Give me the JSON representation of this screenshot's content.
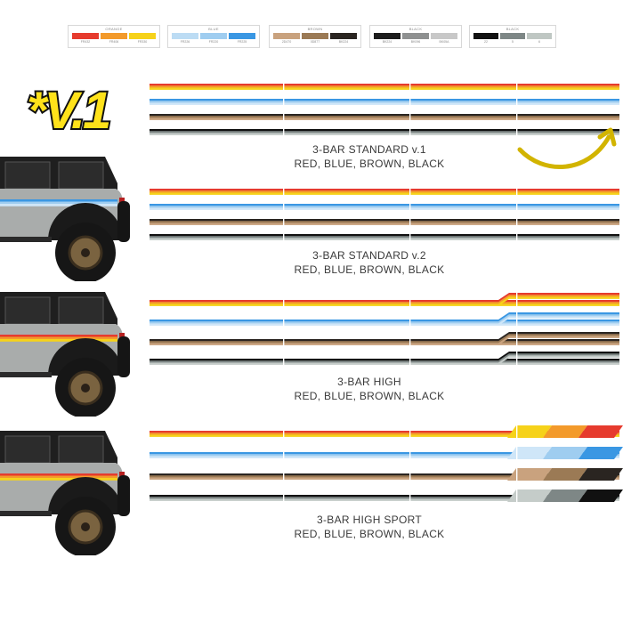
{
  "badge": {
    "text": "*V.1"
  },
  "legend": [
    {
      "title": "ORANGE",
      "chips": [
        "#e63b2e",
        "#f39a2b",
        "#f6d21a"
      ],
      "codes": [
        "FR432",
        "FR406",
        "FR330"
      ]
    },
    {
      "title": "BLUE",
      "chips": [
        "#bcdcf4",
        "#9fcdf0",
        "#3a97e3"
      ],
      "codes": [
        "FR226",
        "FR220",
        "FR225"
      ]
    },
    {
      "title": "BROWN",
      "chips": [
        "#c9a27e",
        "#9b7a55",
        "#2a2521"
      ],
      "codes": [
        "2D470",
        "0D877",
        "BK224"
      ]
    },
    {
      "title": "BLACK",
      "chips": [
        "#1d1d1d",
        "#8f9191",
        "#c8c8c8"
      ],
      "codes": [
        "BK224",
        "BK096",
        "BK05A"
      ]
    },
    {
      "title": "BLACK",
      "chips": [
        "#111111",
        "#7e8786",
        "#bfc7c3"
      ],
      "codes": [
        "22",
        "5",
        "6"
      ]
    }
  ],
  "packages": [
    {
      "name": "3-BAR STANDARD v.1",
      "colors": "RED, BLUE, BROWN, BLACK"
    },
    {
      "name": "3-BAR STANDARD v.2",
      "colors": "RED, BLUE, BROWN, BLACK"
    },
    {
      "name": "3-BAR HIGH",
      "colors": "RED, BLUE, BROWN, BLACK"
    },
    {
      "name": "3-BAR HIGH SPORT",
      "colors": "RED, BLUE, BROWN, BLACK"
    }
  ],
  "stripe_palettes": [
    {
      "name": "red",
      "colors": [
        "#e63b2e",
        "#f39a2b",
        "#f6d21a"
      ]
    },
    {
      "name": "blue",
      "colors": [
        "#3a97e3",
        "#9fcdf0",
        "#cfe6f8"
      ]
    },
    {
      "name": "brown",
      "colors": [
        "#2a2521",
        "#9b7a55",
        "#c9a27e"
      ]
    },
    {
      "name": "black",
      "colors": [
        "#111111",
        "#7e8786",
        "#c5ccc9"
      ]
    }
  ],
  "accent_colors": {
    "badge_fill": "#ffe21a",
    "badge_outline": "#111111",
    "arrow": "#d2b400",
    "truck_body": "#a9acab",
    "truck_dark": "#1f1f1f"
  },
  "icons": {
    "arrow": "curved-arrow-icon"
  }
}
